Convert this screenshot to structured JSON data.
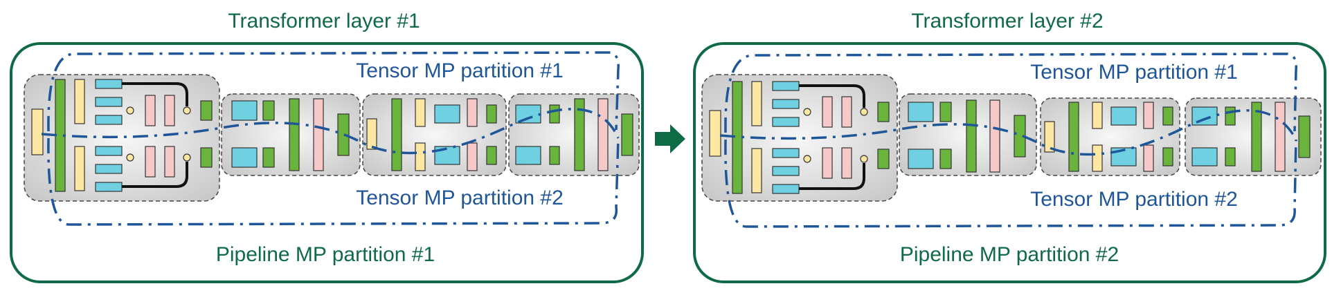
{
  "colors": {
    "frame": "#0f6b45",
    "tensor_dash": "#1f5599",
    "green_block": "#6ab43e",
    "yellow_block": "#fde7a3",
    "cyan_block": "#6fd0e1",
    "pink_block": "#f6c8c8",
    "gray_group": "#cfcfcf"
  },
  "layers": [
    {
      "title": "Transformer layer #1",
      "tensor_top_label": "Tensor MP partition #1",
      "tensor_bottom_label": "Tensor MP partition #2",
      "pipeline_label": "Pipeline MP partition #1"
    },
    {
      "title": "Transformer layer #2",
      "tensor_top_label": "Tensor MP partition #1",
      "tensor_bottom_label": "Tensor MP partition #2",
      "pipeline_label": "Pipeline MP partition #2"
    }
  ],
  "connector": {
    "icon": "right-arrow-icon",
    "color": "#0f6b45"
  }
}
